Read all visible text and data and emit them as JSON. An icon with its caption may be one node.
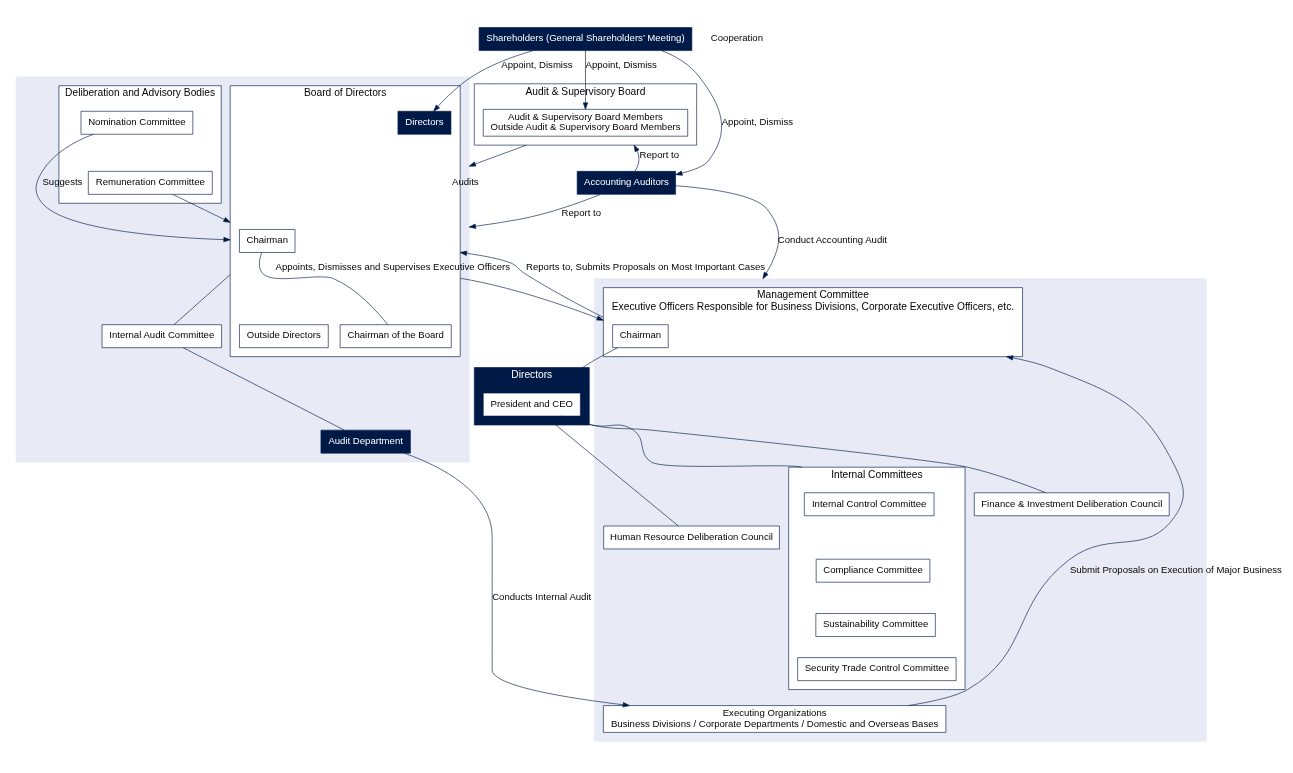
{
  "diagram": {
    "nodes": [
      {
        "text": [
          "Shareholders (General Shareholders’ Meeting)"
        ]
      },
      {
        "text": [],
        "shape": "band"
      },
      {
        "text": [
          "Board of Directors"
        ],
        "in": 1
      },
      {
        "text": [
          "Chairman"
        ],
        "in": 2
      },
      {
        "text": [
          "Directors"
        ],
        "in": 2
      },
      {
        "text": [
          "Chairman of the Board"
        ],
        "in": 2
      },
      {
        "text": [
          "Outside Directors"
        ],
        "in": 2
      },
      {
        "text": [
          "Deliberation and Advisory Bodies"
        ],
        "in": 1
      },
      {
        "text": [
          "Nomination Committee"
        ],
        "in": 7
      },
      {
        "text": [
          "Remuneration Committee"
        ],
        "in": 7
      },
      {
        "text": [
          "Internal Audit Committee"
        ],
        "in": 1
      },
      {
        "text": [
          "Audit Department"
        ],
        "in": 1
      },
      {
        "text": [
          "Audit & Supervisory Board"
        ]
      },
      {
        "text": [
          "Audit & Supervisory Board Members",
          "Outside Audit & Supervisory Board Members"
        ],
        "in": 12
      },
      {
        "text": [
          "Accounting Auditors"
        ]
      },
      {
        "text": [
          "Directors"
        ]
      },
      {
        "text": [
          "President and CEO"
        ],
        "in": 15
      },
      {
        "text": [],
        "shape": "band"
      },
      {
        "text": [
          "Management Committee",
          "Executive Officers Responsible for Business Divisions, Corporate Executive Officers, etc."
        ],
        "in": 17
      },
      {
        "text": [
          "Chairman"
        ],
        "in": 18
      },
      {
        "text": [
          "Finance & Investment Deliberation Council"
        ],
        "in": 17
      },
      {
        "text": [
          "Human Resource Deliberation Council"
        ],
        "in": 17
      },
      {
        "text": [
          "Internal Committees"
        ],
        "in": 17
      },
      {
        "text": [
          "Internal Control Committee"
        ],
        "in": 22
      },
      {
        "text": [
          "Compliance Committee"
        ],
        "in": 22
      },
      {
        "text": [
          "Sustainability Committee"
        ],
        "in": 22
      },
      {
        "text": [
          "Security Trade Control Committee"
        ],
        "in": 22
      },
      {
        "text": [
          "Executing Organizations",
          "Business Divisions / Corporate Departments / Domestic and Overseas Bases"
        ],
        "in": 17
      }
    ],
    "edges": [
      {
        "from": 0,
        "to": 4,
        "arrow": "to",
        "label": "Appoint, Dismiss"
      },
      {
        "from": 0,
        "to": 13,
        "arrow": "to",
        "label": "Appoint, Dismiss"
      },
      {
        "from": 0,
        "to": 14,
        "arrow": "to",
        "label": "Appoint, Dismiss"
      },
      {
        "from": 8,
        "to": 2,
        "arrow": "to",
        "label": "Suggests"
      },
      {
        "from": 9,
        "to": 2,
        "arrow": "to"
      },
      {
        "from": 2,
        "to": 10,
        "arrow": "none"
      },
      {
        "from": 10,
        "to": 11,
        "arrow": "none"
      },
      {
        "from": 3,
        "to": 5,
        "arrow": "none"
      },
      {
        "from": 12,
        "to": 1,
        "arrow": "to",
        "label": "Audits"
      },
      {
        "from": 14,
        "to": 12,
        "arrow": "to",
        "label": "Report to"
      },
      {
        "from": 14,
        "to": 1,
        "arrow": "to",
        "label": "Report to"
      },
      {
        "from": 14,
        "to": 17,
        "arrow": "to",
        "label": "Conduct Accounting Audit"
      },
      {
        "from": 2,
        "to": 18,
        "arrow": "to",
        "label": "Appoints, Dismisses and Supervises Executive Officers"
      },
      {
        "from": 18,
        "to": 2,
        "arrow": "to",
        "label": "Reports to, Submits Proposals on Most Important Cases"
      },
      {
        "from": 19,
        "to": 16,
        "arrow": "none"
      },
      {
        "from": 16,
        "to": 20,
        "arrow": "none"
      },
      {
        "from": 16,
        "to": 21,
        "arrow": "none"
      },
      {
        "from": 16,
        "to": 22,
        "arrow": "none"
      },
      {
        "from": 27,
        "to": 18,
        "arrow": "to",
        "label": "Submit Proposals on Execution of Major Business"
      },
      {
        "from": 11,
        "to": 27,
        "arrow": "to",
        "label": "Conducts Internal Audit"
      }
    ],
    "labels": [
      "Cooperation"
    ]
  }
}
